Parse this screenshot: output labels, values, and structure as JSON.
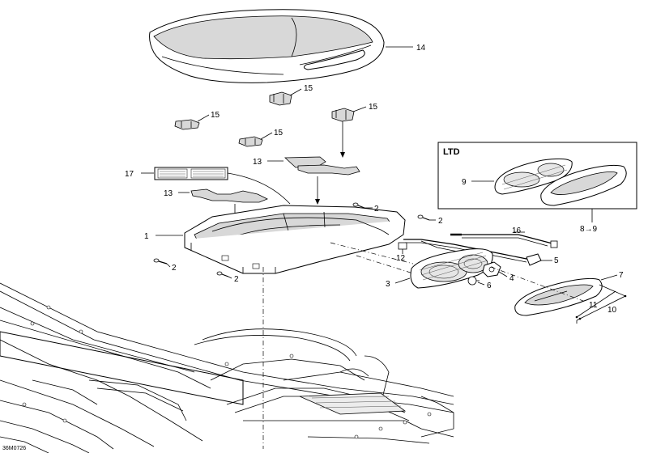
{
  "drawing_code": "36M0726",
  "inset_title": "LTD",
  "callouts": {
    "c1": "1",
    "c2a": "2",
    "c2b": "2",
    "c2c": "2",
    "c2d": "2",
    "c3": "3",
    "c4": "4",
    "c5": "5",
    "c6": "6",
    "c7": "7",
    "c8_9": "8→9",
    "c9": "9",
    "c10": "10",
    "c11": "11",
    "c12": "12",
    "c13a": "13",
    "c13b": "13",
    "c14": "14",
    "c15a": "15",
    "c15b": "15",
    "c15c": "15",
    "c15d": "15",
    "c16": "16",
    "c17": "17"
  }
}
